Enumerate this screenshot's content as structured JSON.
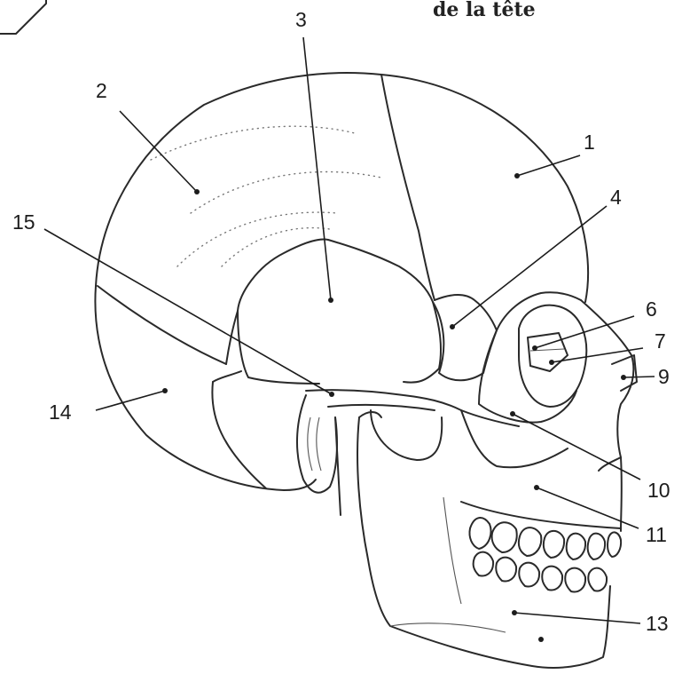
{
  "header": {
    "title_fragment": "de la tête"
  },
  "labels": [
    {
      "id": "1",
      "text": "1"
    },
    {
      "id": "2",
      "text": "2"
    },
    {
      "id": "3",
      "text": "3"
    },
    {
      "id": "4",
      "text": "4"
    },
    {
      "id": "6",
      "text": "6"
    },
    {
      "id": "7",
      "text": "7"
    },
    {
      "id": "9",
      "text": "9"
    },
    {
      "id": "10",
      "text": "10"
    },
    {
      "id": "11",
      "text": "11"
    },
    {
      "id": "13",
      "text": "13"
    },
    {
      "id": "14",
      "text": "14"
    },
    {
      "id": "15",
      "text": "15"
    }
  ],
  "colors": {
    "ink": "#1c1c1c",
    "paper": "#ffffff"
  }
}
